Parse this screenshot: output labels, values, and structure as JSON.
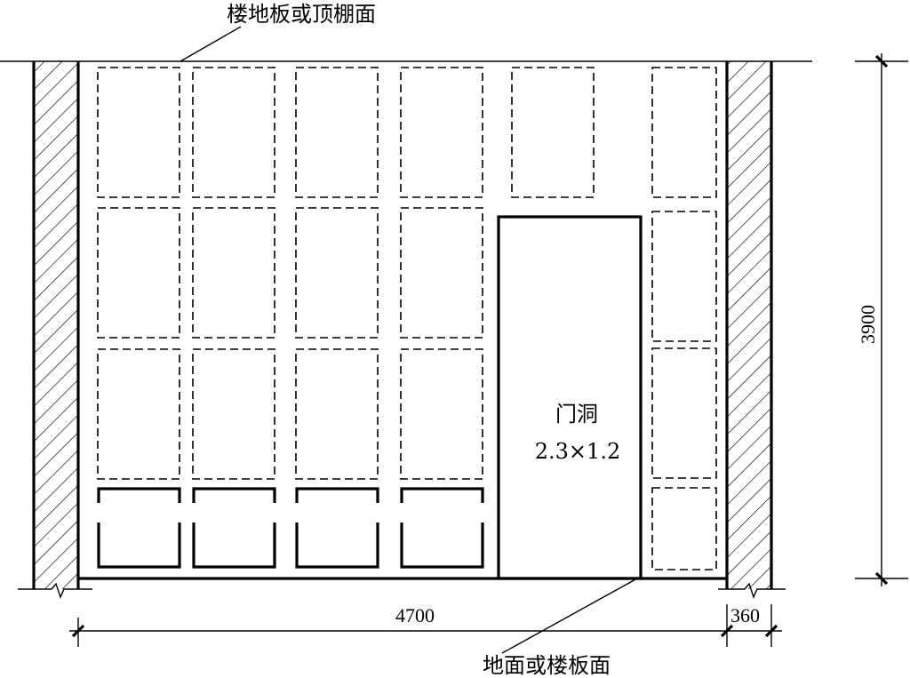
{
  "labels": {
    "ceiling": "楼地板或顶棚面",
    "floor": "地面或楼板面",
    "door_title": "门洞",
    "door_size": "2.3×1.2"
  },
  "dimensions": {
    "width": "4700",
    "wall": "360",
    "height": "3900"
  }
}
